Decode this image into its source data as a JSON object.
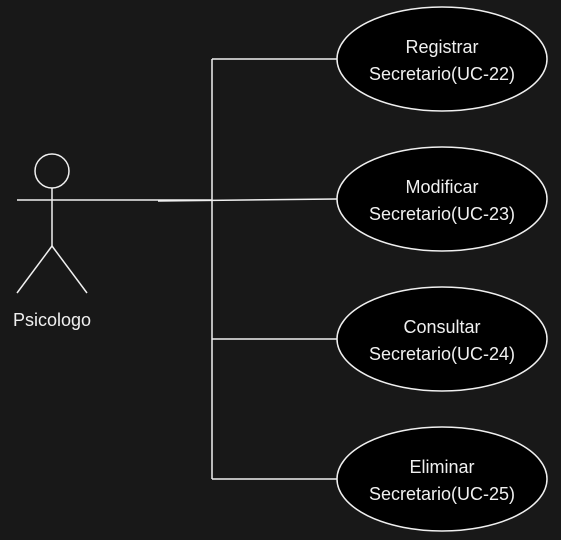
{
  "colors": {
    "background": "#181818",
    "line": "#f0f0f0",
    "ellipse_fill": "#000000",
    "text": "#f0f0f0"
  },
  "actor": {
    "name": "Psicologo"
  },
  "use_cases": [
    {
      "line1": "Registrar",
      "line2": "Secretario(UC-22)"
    },
    {
      "line1": "Modificar",
      "line2": "Secretario(UC-23)"
    },
    {
      "line1": "Consultar",
      "line2": "Secretario(UC-24)"
    },
    {
      "line1": "Eliminar",
      "line2": "Secretario(UC-25)"
    }
  ]
}
